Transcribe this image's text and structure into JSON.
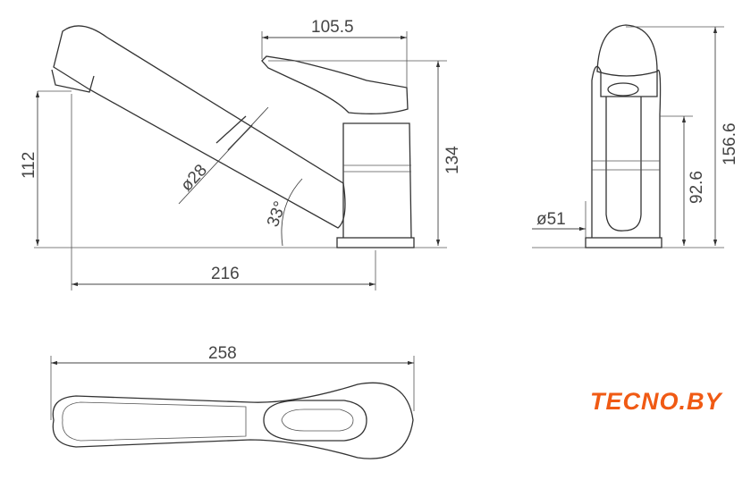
{
  "drawing": {
    "side_view": {
      "spout_height": "112",
      "total_height": "134",
      "lever_length": "105.5",
      "reach": "216",
      "spout_diameter": "ø28",
      "spout_angle": "33°"
    },
    "front_view": {
      "total_height": "156.6",
      "body_height": "92.6",
      "base_diameter": "ø51"
    },
    "top_view": {
      "total_length": "258"
    }
  },
  "logo": {
    "text": "TECNO.BY",
    "color": "#f05a14"
  }
}
